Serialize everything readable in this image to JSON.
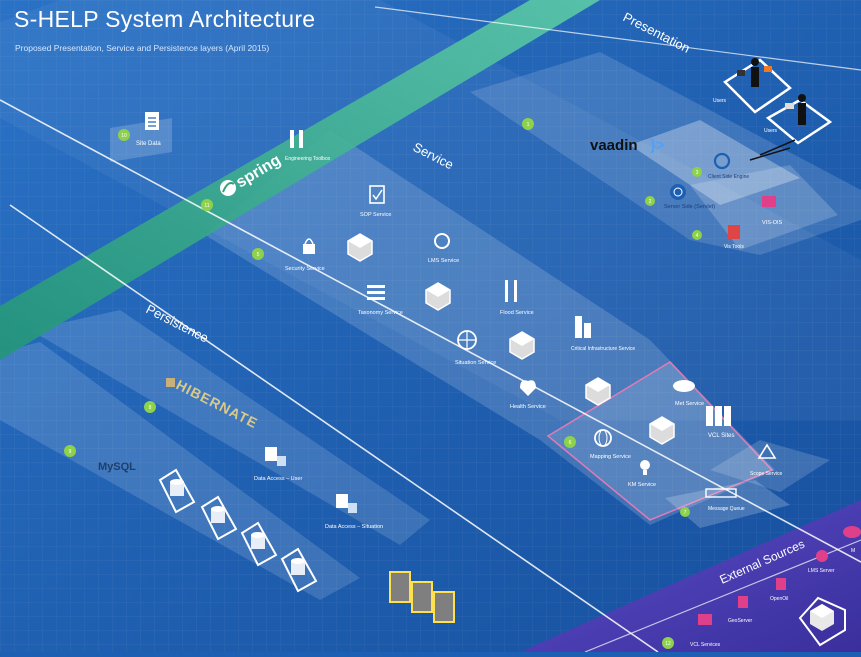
{
  "header": {
    "title": "S-HELP System Architecture",
    "subtitle": "Proposed Presentation, Service and Persistence layers (April 2015)"
  },
  "layers": {
    "presentation": "Presentation",
    "service": "Service",
    "persistence": "Persistence",
    "external": "External Sources"
  },
  "colors": {
    "background": "#1c5fb3",
    "spring_band": "#2fa37a",
    "callout": "#8ed14a",
    "external_band": "#4b3fb0",
    "mapping_border": "#e07bb5"
  },
  "badges": {
    "site_data": "10",
    "spring": "11",
    "presentation": "1",
    "client": "3",
    "server": "2",
    "vis_tools": "4",
    "service": "5",
    "mapping": "6",
    "hibernate": "8",
    "mysql": "9",
    "queue": "7",
    "external": "12"
  },
  "nodes": {
    "site_data": "Site Data",
    "engineering": "Engineering Toolbox",
    "spring": "spring",
    "users_1": "Users",
    "users_2": "Users",
    "vaadin": "vaadin",
    "client_side": "Client Side Engine",
    "server_side": "Server Side (Servlet)",
    "vis_os": "VIS-OIS",
    "tools": "Vis Tools",
    "sop": "SOP Service",
    "security": "Security Service",
    "lms": "LMS Service",
    "taxonomy": "Taxonomy Service",
    "flood": "Flood Service",
    "situation": "Situation Service",
    "critical": "Critical Infrastructure Service",
    "health": "Health Service",
    "met": "Met Service",
    "mapping": "Mapping Service",
    "kml": "KM Service",
    "vcl_sites": "VCL Sites",
    "scope": "Scope Service",
    "queue": "Message Queue",
    "hibernate": "HIBERNATE",
    "mysql": "MySQL",
    "da_user": "Data Access – User",
    "da_situation": "Data Access – Situation",
    "geoserver": "GeoServer",
    "openoil": "OpenOil",
    "lms_server": "LMS Server",
    "vcl_services": "VCL Services",
    "more": "M"
  }
}
